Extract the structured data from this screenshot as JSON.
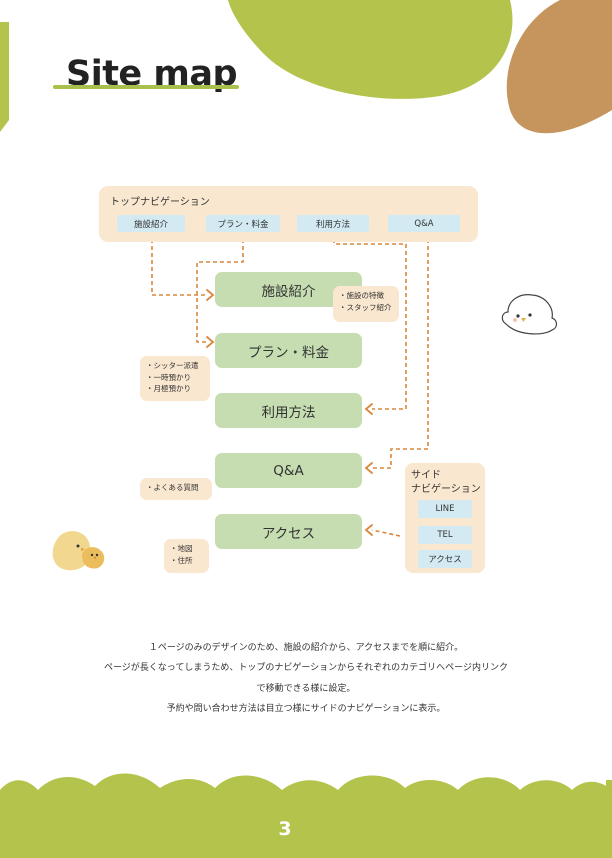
{
  "page": {
    "title": "Site map",
    "number": "3"
  },
  "colors": {
    "accent_green": "#b3c34b",
    "accent_brown": "#c6955e",
    "node_green": "#c5ddb0",
    "panel_beige": "#f9e7cf",
    "chip_blue": "#d3eaf3",
    "arrow_orange": "#d9873c"
  },
  "top_nav": {
    "label": "トップナビゲーション",
    "items": [
      "施設紹介",
      "プラン・料金",
      "利用方法",
      "Q&A"
    ]
  },
  "sections": [
    {
      "label": "施設紹介"
    },
    {
      "label": "プラン・料金"
    },
    {
      "label": "利用方法"
    },
    {
      "label": "Q&A"
    },
    {
      "label": "アクセス"
    }
  ],
  "notes": {
    "facility": [
      "・施設の特徴",
      "・スタッフ紹介"
    ],
    "plan": [
      "・シッター派遣",
      "・一時預かり",
      "・月極預かり"
    ],
    "faq": [
      "・よくある質問"
    ],
    "access": [
      "・地図",
      "・住所"
    ]
  },
  "side_nav": {
    "label_line1": "サイド",
    "label_line2": "ナビゲーション",
    "items": [
      "LINE",
      "TEL",
      "アクセス"
    ]
  },
  "description": [
    "１ページのみのデザインのため、施設の紹介から、アクセスまでを順に紹介。",
    "ページが長くなってしまうため、トップのナビゲーションからそれぞれのカテゴリへページ内リンク",
    "で移動できる様に設定。",
    "予約や問い合わせ方法は目立つ様にサイドのナビゲーションに表示。"
  ]
}
